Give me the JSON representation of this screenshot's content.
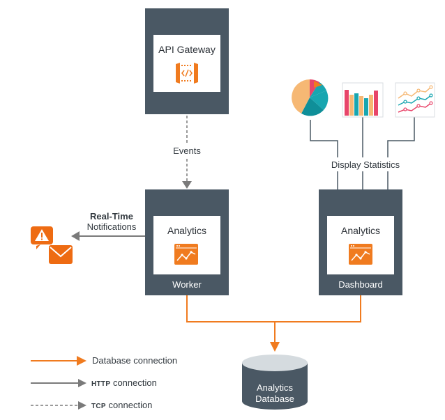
{
  "colors": {
    "box": "#4a5864",
    "panel": "#ffffff",
    "orange": "#f07b1f",
    "arrow_gray": "#7a7a7a",
    "db_top": "#d5dbdf",
    "teal": "#18a6b0",
    "pink": "#e8456a",
    "pale_orange": "#f6b874",
    "alert_orange": "#ee6b12"
  },
  "nodes": {
    "api_gateway": {
      "title": "API Gateway",
      "icon": "api-gateway-icon"
    },
    "worker": {
      "title": "Analytics",
      "footer": "Worker",
      "icon": "analytics-chart-icon"
    },
    "dashboard": {
      "title": "Analytics",
      "footer": "Dashboard",
      "icon": "analytics-chart-icon"
    },
    "database": {
      "line1": "Analytics",
      "line2": "Database"
    }
  },
  "edges": {
    "events": "Events",
    "realtime_line1": "Real-Time",
    "realtime_line2": "Notifications",
    "display_statistics": "Display Statistics"
  },
  "legend": {
    "database": {
      "label": "Database connection"
    },
    "http": {
      "prefix": "HTTP",
      "label": "connection"
    },
    "tcp": {
      "prefix": "TCP",
      "label": "connection"
    }
  },
  "icons": [
    "pie-chart-icon",
    "bar-chart-icon",
    "line-chart-icon",
    "alert-icon",
    "mail-icon"
  ]
}
